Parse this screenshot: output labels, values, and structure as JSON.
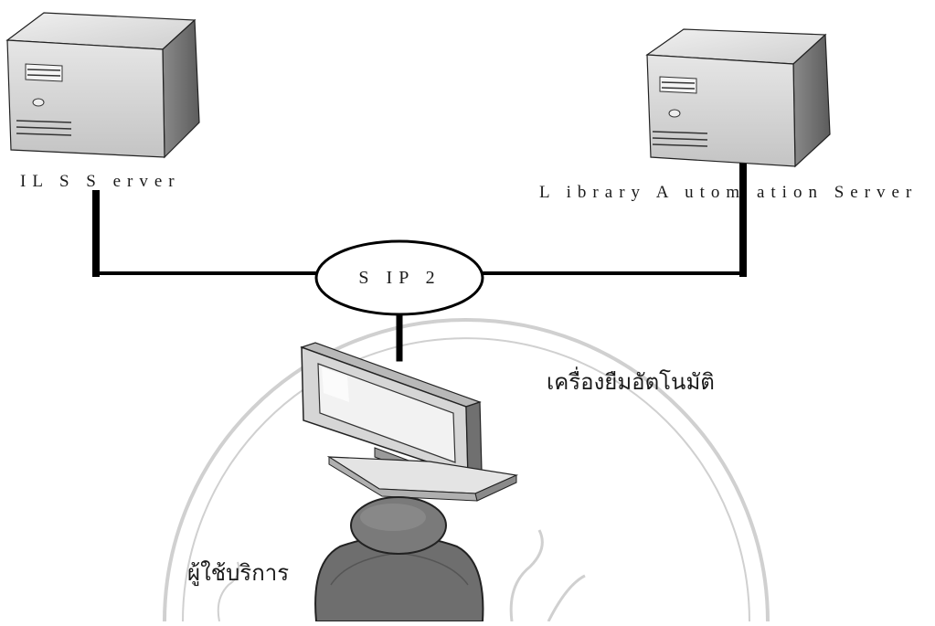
{
  "diagram": {
    "nodes": {
      "ils_server": {
        "label": "IL S  S erver"
      },
      "library_automation_server": {
        "label": "L ibrary  A utom ation  Server"
      },
      "protocol": {
        "label": "S IP 2"
      },
      "kiosk": {
        "label": "เครื่องยืมอัตโนมัติ"
      },
      "user": {
        "label": "ผู้ใช้บริการ"
      }
    },
    "edges": [
      {
        "from": "ils_server",
        "to": "protocol"
      },
      {
        "from": "library_automation_server",
        "to": "protocol"
      },
      {
        "from": "protocol",
        "to": "kiosk"
      }
    ],
    "colors": {
      "line": "#000000",
      "device_body": "#d0d0d0",
      "watermark": "#c8c8c8"
    },
    "icons": [
      "server-icon",
      "server-icon",
      "monitor-icon",
      "user-icon",
      "university-seal-watermark"
    ]
  }
}
